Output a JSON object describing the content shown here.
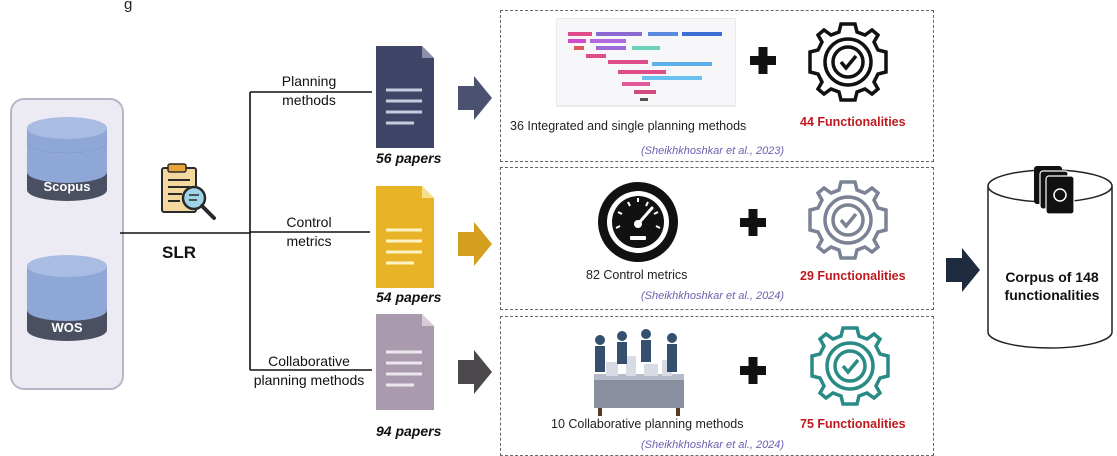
{
  "header_fragment": "g",
  "databases": [
    {
      "label": "Scopus"
    },
    {
      "label": "WOS"
    }
  ],
  "slr": {
    "label": "SLR",
    "icon": "document-magnifier-icon"
  },
  "branches": [
    {
      "label_line1": "Planning",
      "label_line2": "methods",
      "papers": "56 papers",
      "doc_color": "#3f4566",
      "arrow_color": "#4a5270",
      "method_text": "36 Integrated and single planning methods",
      "functionalities": "44 Functionalities",
      "citation": "(Sheikhkhoshkar et al., 2023)",
      "method_icon": "gantt-chart-icon",
      "functionality_icon": "gear-check-icon"
    },
    {
      "label_line1": "Control",
      "label_line2": "metrics",
      "papers": "54 papers",
      "doc_color": "#e8b326",
      "arrow_color": "#d49e1e",
      "method_text": "82 Control metrics",
      "functionalities": "29 Functionalities",
      "citation": "(Sheikhkhoshkar et al., 2024)",
      "method_icon": "speedometer-icon",
      "functionality_icon": "gear-check-icon"
    },
    {
      "label_line1": "Collaborative",
      "label_line2": "planning methods",
      "papers": "94 papers",
      "doc_color": "#a99aae",
      "arrow_color": "#4d484b",
      "method_text": "10 Collaborative planning methods",
      "functionalities": "75 Functionalities",
      "citation": "(Sheikhkhoshkar et al., 2024)",
      "method_icon": "team-meeting-icon",
      "functionality_icon": "gear-check-icon"
    }
  ],
  "corpus": {
    "line1": "Corpus of 148",
    "line2": "functionalities",
    "icon": "document-stack-icon"
  },
  "colors": {
    "functionality_red": "#c0181f",
    "citation_purple": "#6d5fb0",
    "db_blue": "#8ea7d6",
    "db_dark": "#4a5062",
    "arrow_dark": "#1f2b3f"
  }
}
